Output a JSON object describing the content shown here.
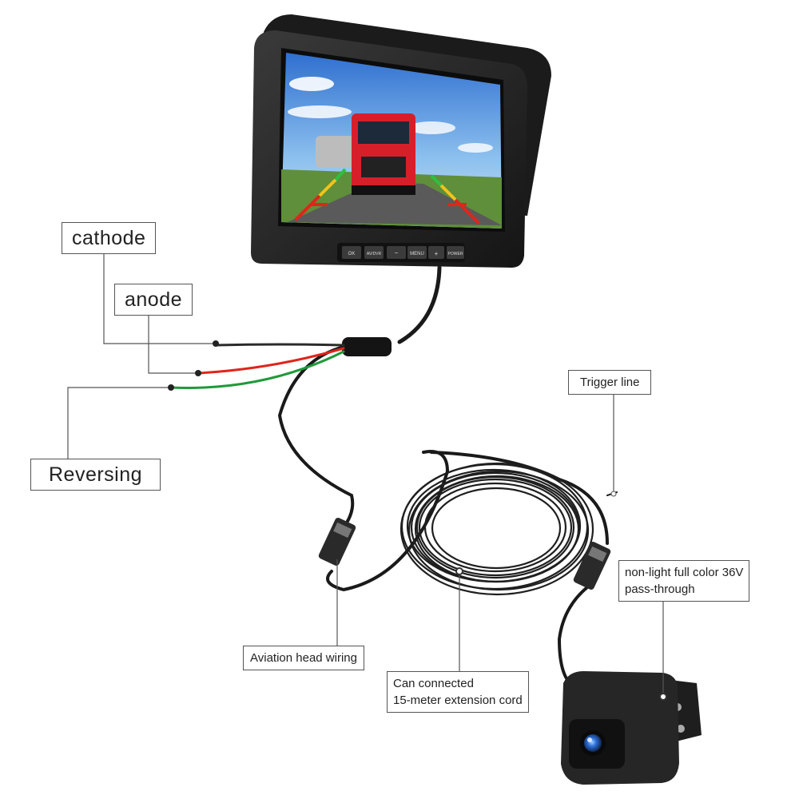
{
  "labels": {
    "cathode": "cathode",
    "anode": "anode",
    "reversing": "Reversing",
    "trigger_line": "Trigger line",
    "camera_note_line1": "non-light full color 36V",
    "camera_note_line2": "pass-through",
    "aviation_head": "Aviation head wiring",
    "extension_line1": "Can connected",
    "extension_line2": "15-meter extension cord"
  },
  "monitor": {
    "buttons": [
      "OK",
      "AV/DVR",
      "−",
      "MENU",
      "+",
      "POWER"
    ]
  },
  "colors": {
    "cathode_wire": "#2b2b2b",
    "anode_wire": "#e0251b",
    "reversing_wire": "#1f9a3a",
    "cable": "#1a1a1a",
    "leader_line": "#555555"
  }
}
